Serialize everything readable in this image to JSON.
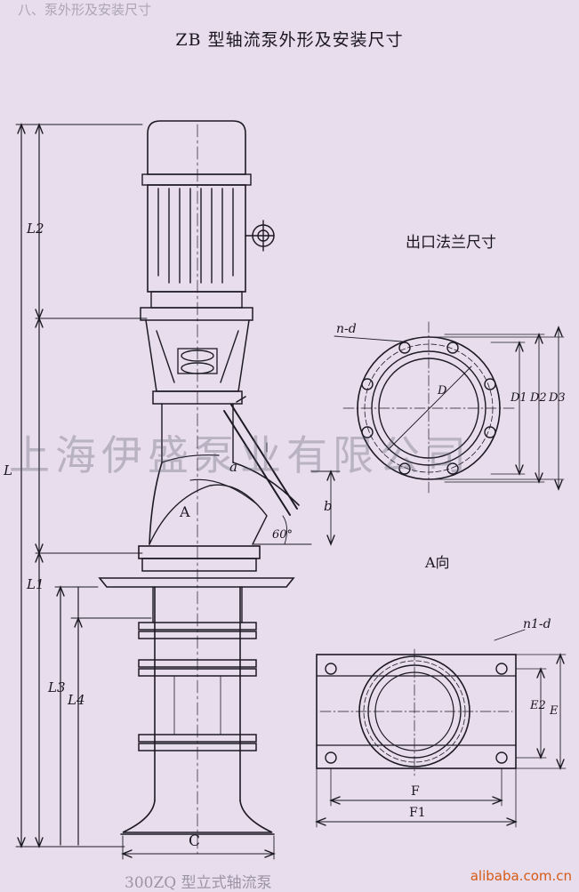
{
  "title": "ZB 型轴流泵外形及安装尺寸",
  "flange_title": "出口法兰尺寸",
  "a_view_title": "A向",
  "watermark": "上海伊盛泵业有限公司",
  "footer": "alibaba.com.cn",
  "ghost_top": "八、泵外形及安装尺寸",
  "ghost_bottom": "300ZQ 型立式轴流泵",
  "labels": {
    "L": "L",
    "L2": "L2",
    "L1": "L1",
    "L3": "L3",
    "L4": "L4",
    "A": "A",
    "a": "a",
    "b": "b",
    "angle": "60°",
    "C": "C",
    "nd": "n-d",
    "n1d": "n1-d",
    "D": "D",
    "D1": "D1",
    "D2": "D2",
    "D3": "D3",
    "E2": "E2",
    "E": "E",
    "F": "F",
    "F1": "F1"
  }
}
